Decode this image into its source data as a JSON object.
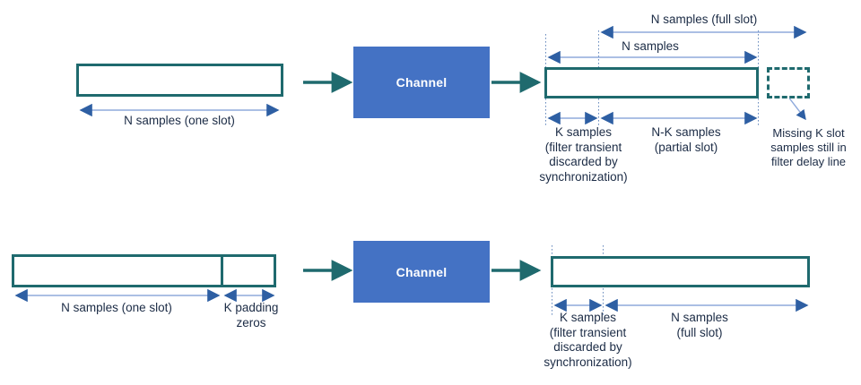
{
  "diagram": {
    "title_present": false,
    "colors": {
      "slot_outline": "#1F6A6E",
      "channel_fill": "#4472C4",
      "channel_text": "#FFFFFF",
      "dim_arrow": "#2E5FA3",
      "flow_arrow": "#1F6A6E",
      "guide_line": "#6C8EBF",
      "waveform": "#3AAFBF",
      "label_text": "#1B2B45"
    },
    "rows": [
      {
        "id": "row-without-padding",
        "tx": {
          "box_label": "",
          "dimension_label": "N samples (one slot)"
        },
        "channel": {
          "label": "Channel"
        },
        "rx": {
          "top_outer_label": "N samples (full slot)",
          "top_inner_label": "N samples",
          "bottom_left_label": "K samples\n(filter transient\ndiscarded by\nsynchronization)",
          "bottom_right_label": "N-K samples\n(partial slot)",
          "callout_label": "Missing K slot\nsamples still in\nfilter delay line",
          "missing_block_style": "dashed"
        }
      },
      {
        "id": "row-with-padding",
        "tx": {
          "dimension_label": "N samples (one slot)",
          "padding_label": "K padding\nzeros"
        },
        "channel": {
          "label": "Channel"
        },
        "rx": {
          "bottom_left_label": "K samples\n(filter transient\ndiscarded by\nsynchronization)",
          "bottom_right_label": "N samples\n(full slot)"
        }
      }
    ]
  }
}
